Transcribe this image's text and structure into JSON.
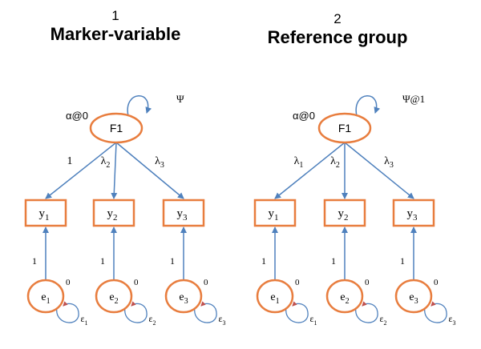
{
  "colors": {
    "shape": "#E87D3E",
    "arrow": "#4F81BD",
    "text": "#000000",
    "arrowhead_error": "#C0504D"
  },
  "panels": [
    {
      "number": "1",
      "title": "Marker-variable",
      "factor": "F1",
      "alpha": "α@0",
      "psi": "Ψ",
      "loadings": [
        {
          "main": "1",
          "sub": ""
        },
        {
          "main": "λ",
          "sub": "2"
        },
        {
          "main": "λ",
          "sub": "3"
        }
      ],
      "items": [
        {
          "main": "y",
          "sub": "1"
        },
        {
          "main": "y",
          "sub": "2"
        },
        {
          "main": "y",
          "sub": "3"
        }
      ],
      "error_paths": [
        "1",
        "1",
        "1"
      ],
      "errors": [
        {
          "main": "e",
          "sub": "1",
          "mean": "0",
          "var_main": "ε",
          "var_sub": "1"
        },
        {
          "main": "e",
          "sub": "2",
          "mean": "0",
          "var_main": "ε",
          "var_sub": "2"
        },
        {
          "main": "e",
          "sub": "3",
          "mean": "0",
          "var_main": "ε",
          "var_sub": "3"
        }
      ]
    },
    {
      "number": "2",
      "title": "Reference group",
      "factor": "F1",
      "alpha": "α@0",
      "psi": "Ψ@1",
      "loadings": [
        {
          "main": "λ",
          "sub": "1"
        },
        {
          "main": "λ",
          "sub": "2"
        },
        {
          "main": "λ",
          "sub": "3"
        }
      ],
      "items": [
        {
          "main": "y",
          "sub": "1"
        },
        {
          "main": "y",
          "sub": "2"
        },
        {
          "main": "y",
          "sub": "3"
        }
      ],
      "error_paths": [
        "1",
        "1",
        "1"
      ],
      "errors": [
        {
          "main": "e",
          "sub": "1",
          "mean": "0",
          "var_main": "ε",
          "var_sub": "1"
        },
        {
          "main": "e",
          "sub": "2",
          "mean": "0",
          "var_main": "ε",
          "var_sub": "2"
        },
        {
          "main": "e",
          "sub": "3",
          "mean": "0",
          "var_main": "ε",
          "var_sub": "3"
        }
      ]
    }
  ]
}
